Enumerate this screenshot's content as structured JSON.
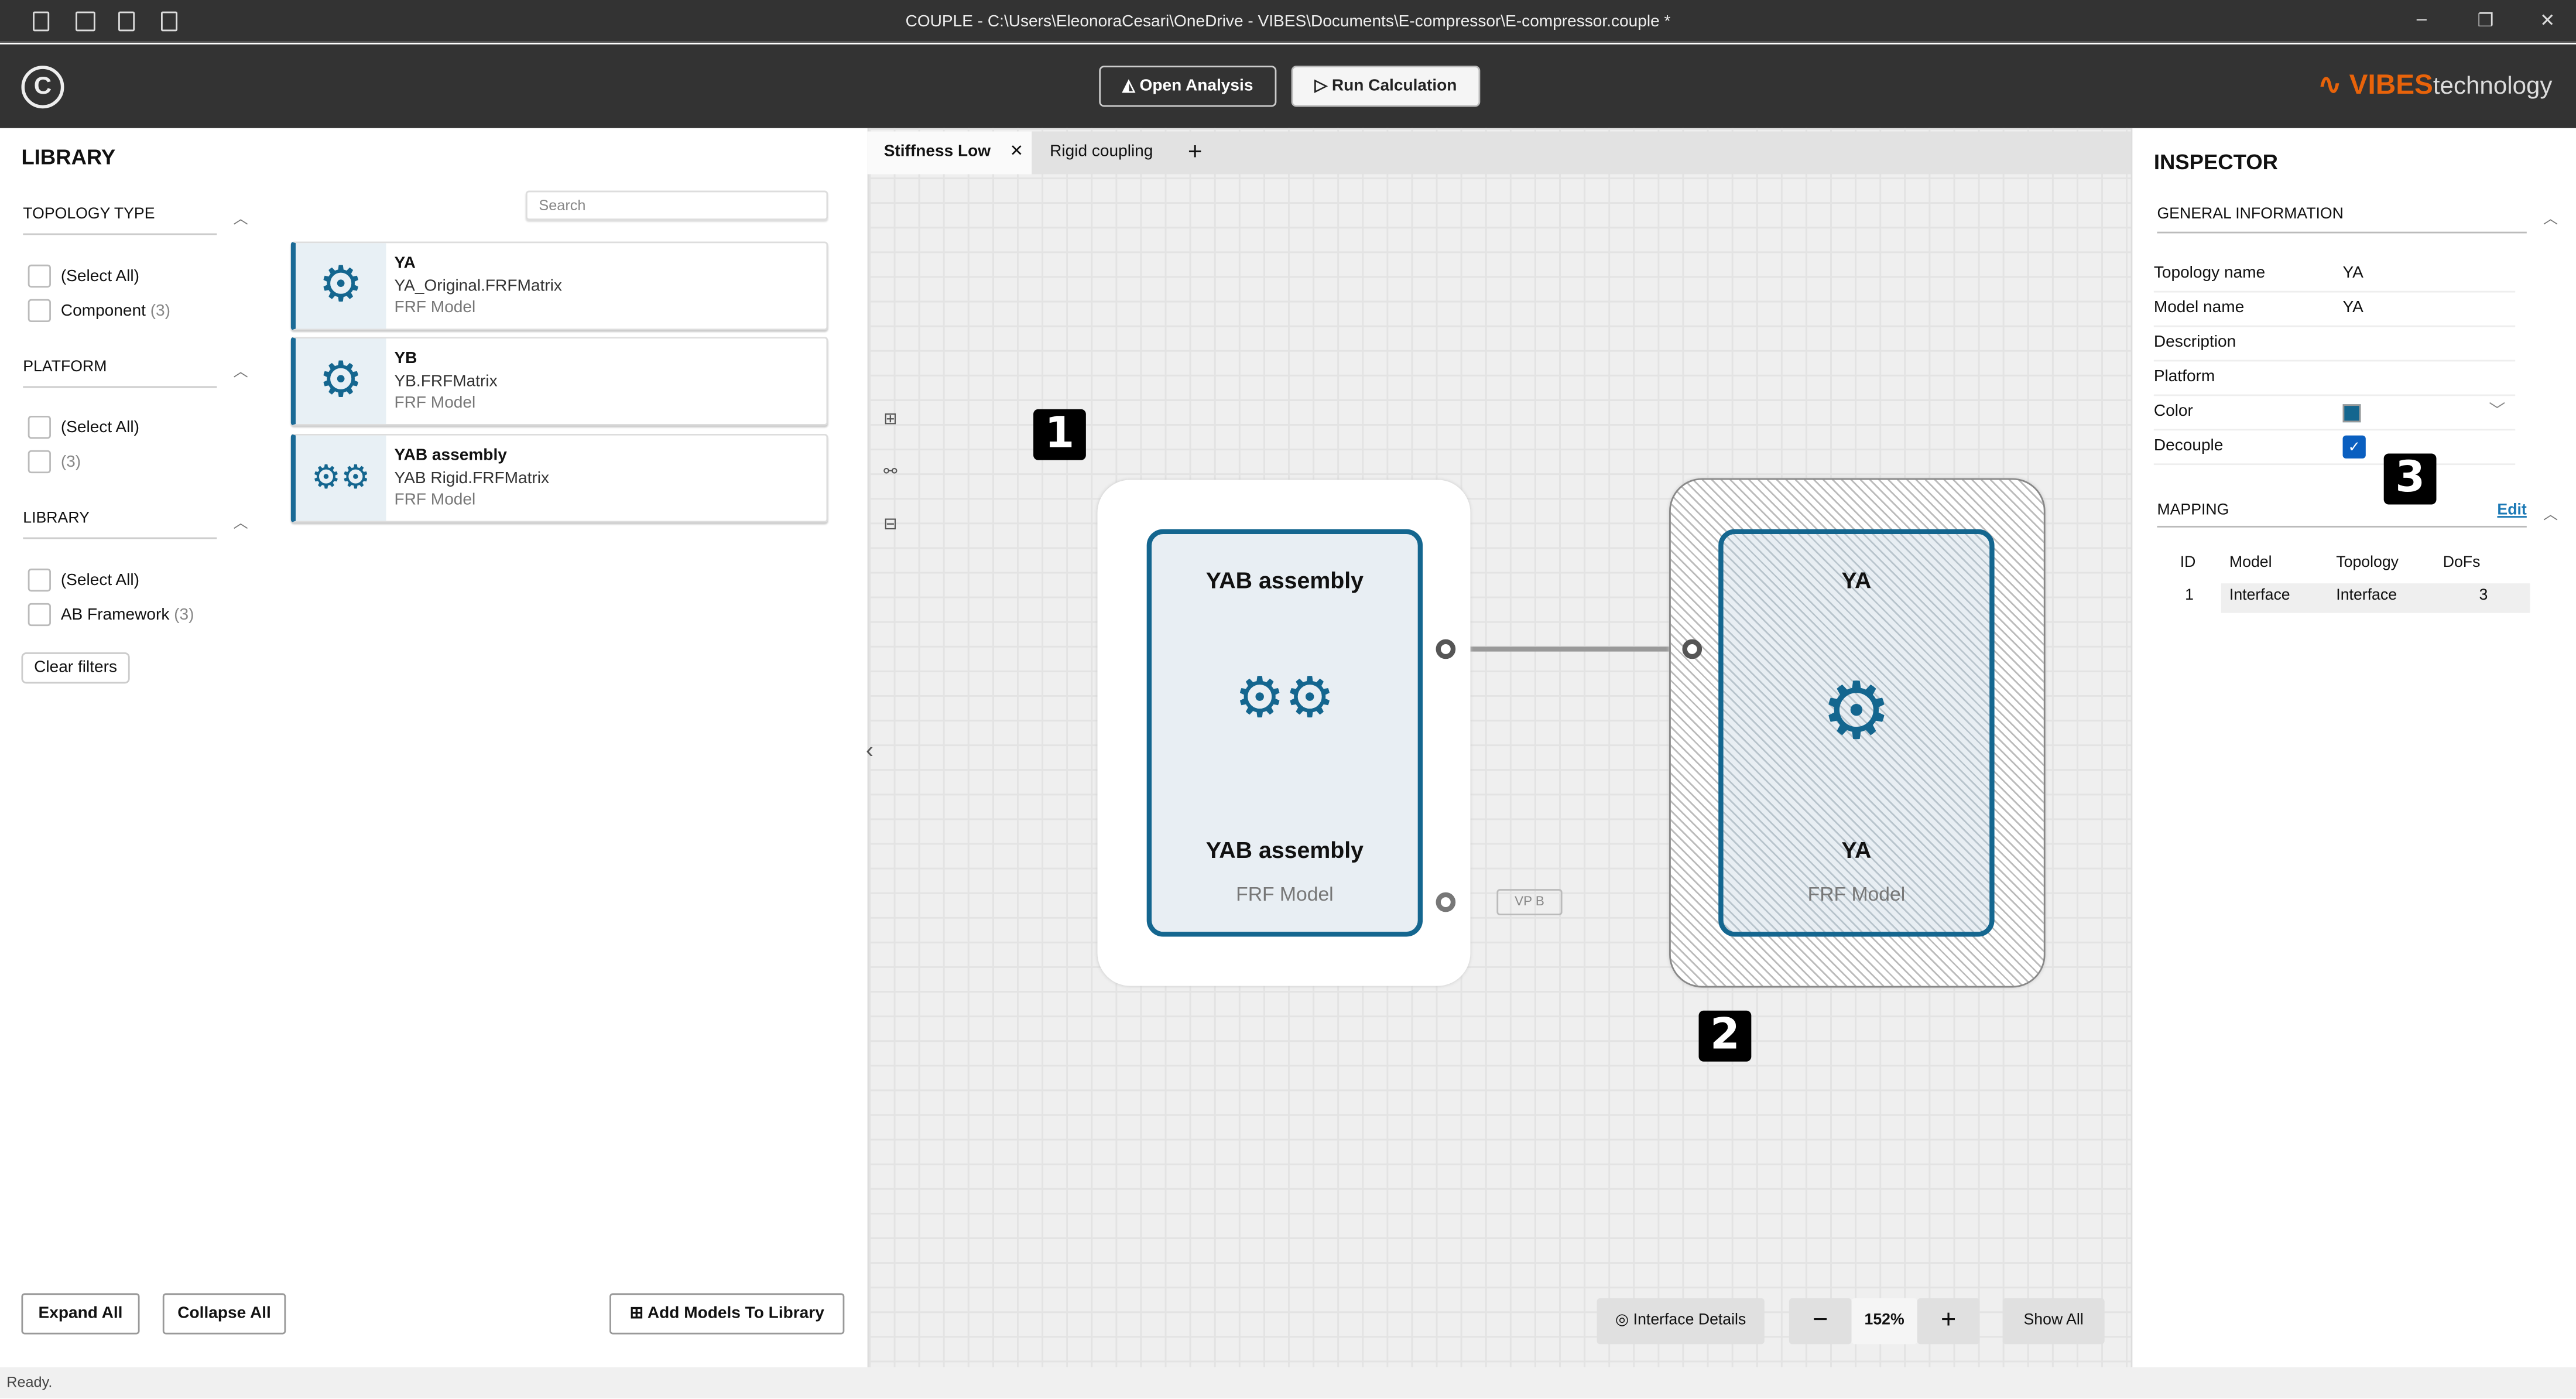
{
  "window": {
    "title": "COUPLE  - C:\\Users\\EleonoraCesari\\OneDrive - VIBES\\Documents\\E-compressor\\E-compressor.couple *",
    "icons": [
      "new-file-icon",
      "open-folder-icon",
      "save-icon",
      "save-as-icon"
    ]
  },
  "toolbar": {
    "open_analysis": "Open Analysis",
    "run_calculation": "Run Calculation",
    "brand": "VIBES",
    "brand_suffix": "technology",
    "brand_color": "#e8630a"
  },
  "library": {
    "title": "LIBRARY",
    "search_placeholder": "Search",
    "filters": [
      {
        "title": "TOPOLOGY TYPE",
        "items": [
          {
            "label": "(Select All)",
            "count": ""
          },
          {
            "label": "Component",
            "count": "(3)"
          }
        ]
      },
      {
        "title": "PLATFORM",
        "items": [
          {
            "label": "(Select All)",
            "count": ""
          },
          {
            "label": "",
            "count": "(3)"
          }
        ]
      },
      {
        "title": "LIBRARY",
        "items": [
          {
            "label": "(Select All)",
            "count": ""
          },
          {
            "label": "AB Framework",
            "count": "(3)"
          }
        ]
      }
    ],
    "clear_filters": "Clear filters",
    "models": [
      {
        "name": "YA",
        "file": "YA_Original.FRFMatrix",
        "type": "FRF Model",
        "icon": "gear-icon"
      },
      {
        "name": "YB",
        "file": "YB.FRFMatrix",
        "type": "FRF Model",
        "icon": "gear-icon"
      },
      {
        "name": "YAB assembly",
        "file": "YAB Rigid.FRFMatrix",
        "type": "FRF Model",
        "icon": "gears-icon"
      }
    ],
    "expand_all": "Expand All",
    "collapse_all": "Collapse All",
    "add_models": "Add Models To Library"
  },
  "canvas": {
    "tabs": [
      {
        "label": "Stiffness Low",
        "active": true
      },
      {
        "label": "Rigid coupling",
        "active": false
      }
    ],
    "nodes": [
      {
        "title": "YAB assembly",
        "subtitle": "YAB assembly",
        "type": "FRF Model",
        "selected": false
      },
      {
        "title": "YA",
        "subtitle": "YA",
        "type": "FRF Model",
        "selected": true
      }
    ],
    "vp_label": "VP B",
    "markers": [
      "1",
      "2",
      "3"
    ],
    "interface_details": "Interface Details",
    "zoom": "152%",
    "show_all": "Show All",
    "accent": "#14668f"
  },
  "inspector": {
    "title": "INSPECTOR",
    "general_title": "GENERAL INFORMATION",
    "fields": [
      {
        "label": "Topology name",
        "value": "YA"
      },
      {
        "label": "Model name",
        "value": "YA"
      },
      {
        "label": "Description",
        "value": ""
      },
      {
        "label": "Platform",
        "value": ""
      },
      {
        "label": "Color",
        "value": "#14668f"
      },
      {
        "label": "Decouple",
        "value": "checked"
      }
    ],
    "mapping_title": "MAPPING",
    "edit": "Edit",
    "mapping_headers": [
      "ID",
      "Model",
      "Topology",
      "DoFs"
    ],
    "mapping_rows": [
      [
        "1",
        "Interface",
        "Interface",
        "3"
      ]
    ]
  },
  "status": "Ready."
}
